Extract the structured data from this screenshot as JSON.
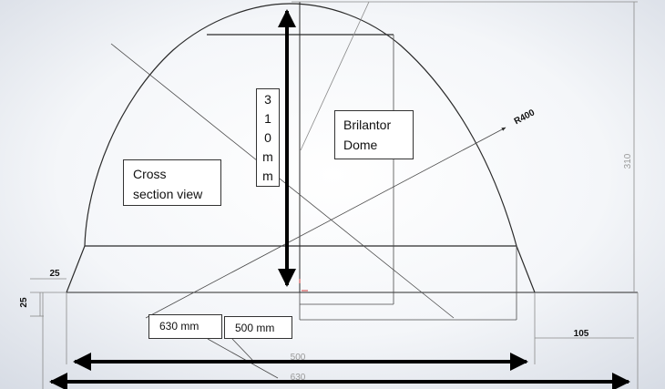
{
  "dims": {
    "height_310": "310",
    "radius": "R400",
    "overall_630": "630",
    "base_500": "500",
    "offset_105": "105",
    "foot_25_h": "25",
    "foot_25_v": "25"
  },
  "callouts": {
    "height_label": [
      "3",
      "1",
      "0",
      "m",
      "m"
    ],
    "dome_name_line1": "Brilantor",
    "dome_name_line2": "Dome",
    "section_line1": "Cross",
    "section_line2": "section view",
    "label_630": "630 mm",
    "label_500": "500 mm"
  },
  "colors": {
    "background_top": "#d6dbe4",
    "background_mid": "#ffffff",
    "drawing_line": "#2b2b2b",
    "thin_line": "#4a4a4a",
    "dim_text": "#9a9a9a",
    "arrow": "#000000",
    "origin_mark": "#d03a3a"
  }
}
